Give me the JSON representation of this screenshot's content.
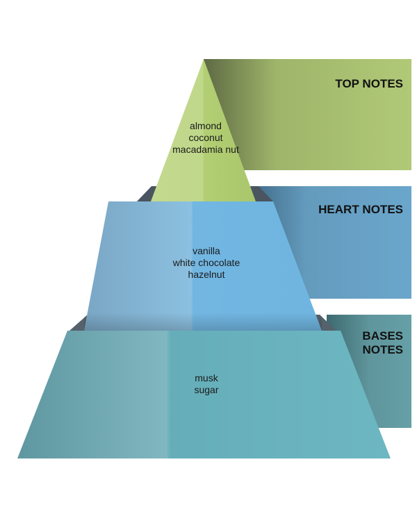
{
  "title": "Fragrance notes pyramid",
  "tiers": [
    {
      "label_lines": [
        "TOP NOTES"
      ],
      "notes": [
        "almond",
        "coconut",
        "macadamia nut"
      ],
      "color": "#b3cc7a"
    },
    {
      "label_lines": [
        "HEART NOTES"
      ],
      "notes": [
        "vanilla",
        "white chocolate",
        "hazelnut"
      ],
      "color": "#74b8df"
    },
    {
      "label_lines": [
        "BASES",
        "NOTES"
      ],
      "notes": [
        "musk",
        "sugar"
      ],
      "color": "#6db4bf"
    }
  ]
}
